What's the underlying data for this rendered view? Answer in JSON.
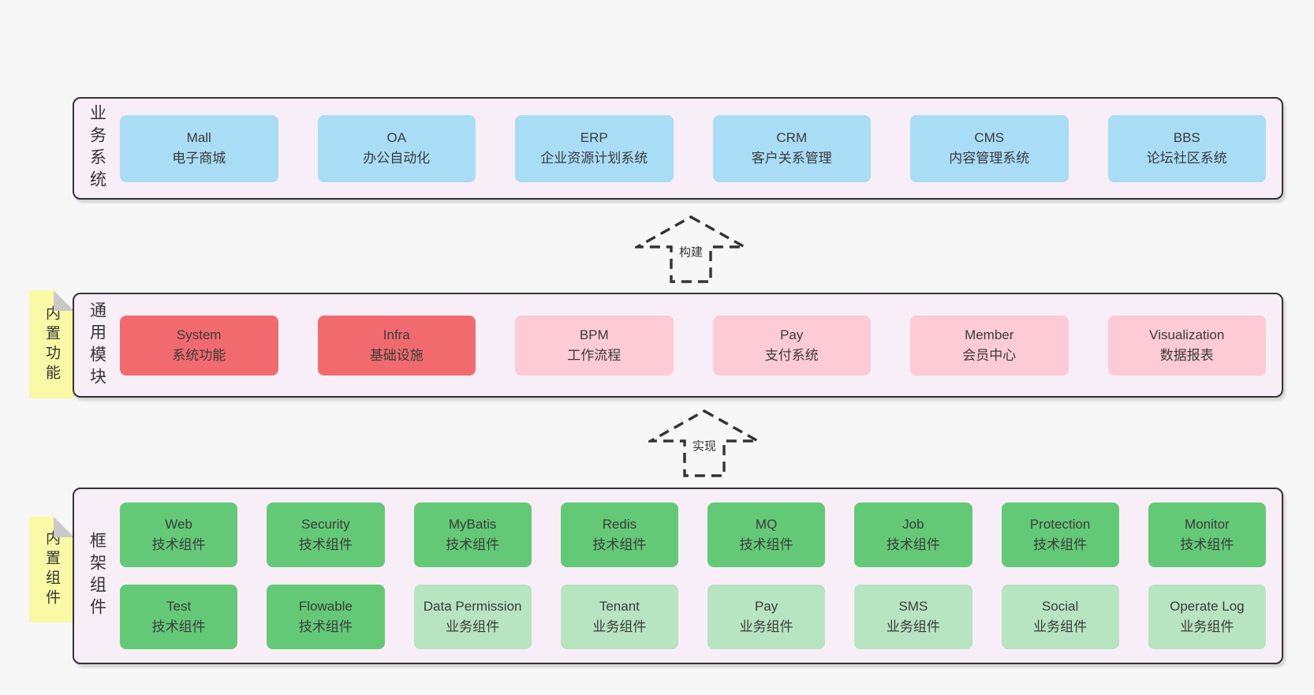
{
  "palette": {
    "page_bg": "#f7f7f7",
    "layer_bg": "#f8eef8",
    "border": "#333333",
    "blue": "#a9dcf5",
    "red": "#f16b6e",
    "pink": "#fccbd5",
    "green": "#64c977",
    "green_light": "#b7e4c1",
    "note_yellow": "#fafaa6",
    "fold_gray": "#c9c9c9",
    "text": "#3b3b3b"
  },
  "arrows": {
    "build": "构建",
    "implement": "实现"
  },
  "notes": {
    "modules": "内置功能",
    "components": "内置组件"
  },
  "layers": {
    "business": {
      "label": "业务系统",
      "boxes": [
        {
          "name": "Mall",
          "desc": "电子商城"
        },
        {
          "name": "OA",
          "desc": "办公自动化"
        },
        {
          "name": "ERP",
          "desc": "企业资源计划系统"
        },
        {
          "name": "CRM",
          "desc": "客户关系管理"
        },
        {
          "name": "CMS",
          "desc": "内容管理系统"
        },
        {
          "name": "BBS",
          "desc": "论坛社区系统"
        }
      ]
    },
    "modules": {
      "label": "通用模块",
      "boxes": [
        {
          "name": "System",
          "desc": "系统功能"
        },
        {
          "name": "Infra",
          "desc": "基础设施"
        },
        {
          "name": "BPM",
          "desc": "工作流程"
        },
        {
          "name": "Pay",
          "desc": "支付系统"
        },
        {
          "name": "Member",
          "desc": "会员中心"
        },
        {
          "name": "Visualization",
          "desc": "数据报表"
        }
      ]
    },
    "components": {
      "label": "框架组件",
      "rows": [
        [
          {
            "name": "Web",
            "desc": "技术组件"
          },
          {
            "name": "Security",
            "desc": "技术组件"
          },
          {
            "name": "MyBatis",
            "desc": "技术组件"
          },
          {
            "name": "Redis",
            "desc": "技术组件"
          },
          {
            "name": "MQ",
            "desc": "技术组件"
          },
          {
            "name": "Job",
            "desc": "技术组件"
          },
          {
            "name": "Protection",
            "desc": "技术组件"
          },
          {
            "name": "Monitor",
            "desc": "技术组件"
          }
        ],
        [
          {
            "name": "Test",
            "desc": "技术组件"
          },
          {
            "name": "Flowable",
            "desc": "技术组件"
          },
          {
            "name": "Data Permission",
            "desc": "业务组件"
          },
          {
            "name": "Tenant",
            "desc": "业务组件"
          },
          {
            "name": "Pay",
            "desc": "业务组件"
          },
          {
            "name": "SMS",
            "desc": "业务组件"
          },
          {
            "name": "Social",
            "desc": "业务组件"
          },
          {
            "name": "Operate Log",
            "desc": "业务组件"
          }
        ]
      ]
    }
  }
}
